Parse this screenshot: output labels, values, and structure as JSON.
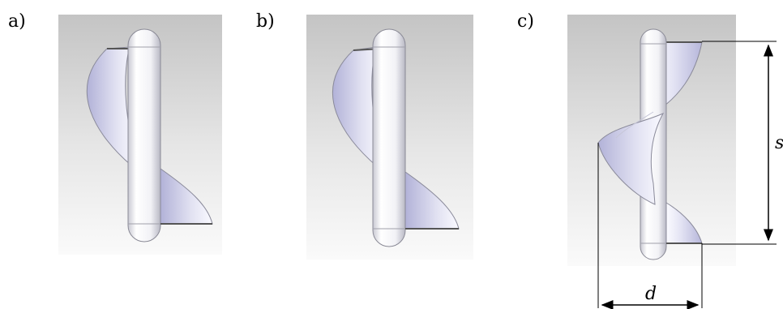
{
  "panels": [
    {
      "label": "a)"
    },
    {
      "label": "b)"
    },
    {
      "label": "c)"
    }
  ],
  "dimensions": {
    "pitch_label": "s",
    "diameter_label": "d"
  }
}
